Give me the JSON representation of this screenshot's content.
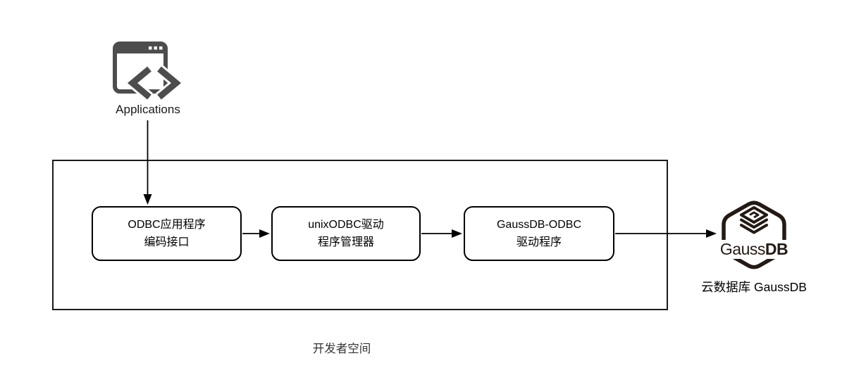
{
  "application": {
    "label": "Applications"
  },
  "developer_space": {
    "label": "开发者空间"
  },
  "flow_nodes": [
    {
      "line1": "ODBC应用程序",
      "line2": "编码接口"
    },
    {
      "line1": "unixODBC驱动",
      "line2": "程序管理器"
    },
    {
      "line1": "GaussDB-ODBC",
      "line2": "驱动程序"
    }
  ],
  "gaussdb": {
    "logo_regular": "Gauss",
    "logo_bold": "DB",
    "caption": "云数据库 GaussDB"
  },
  "colors": {
    "line": "#1a1a1a",
    "icon_gray": "#4d4d4d",
    "logo_ink": "#241a15",
    "label_gray": "#333333"
  }
}
